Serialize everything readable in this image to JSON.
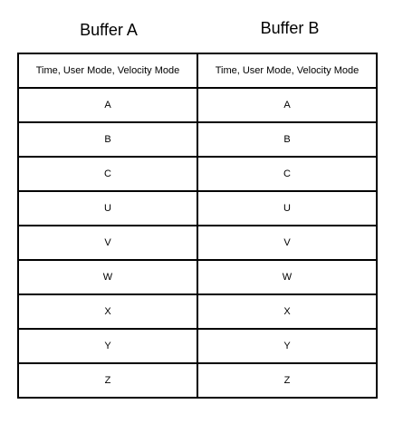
{
  "buffers": [
    {
      "title": "Buffer A",
      "header": "Time, User Mode, Velocity Mode",
      "cells": [
        "A",
        "B",
        "C",
        "U",
        "V",
        "W",
        "X",
        "Y",
        "Z"
      ]
    },
    {
      "title": "Buffer B",
      "header": "Time, User Mode, Velocity Mode",
      "cells": [
        "A",
        "B",
        "C",
        "U",
        "V",
        "W",
        "X",
        "Y",
        "Z"
      ]
    }
  ]
}
